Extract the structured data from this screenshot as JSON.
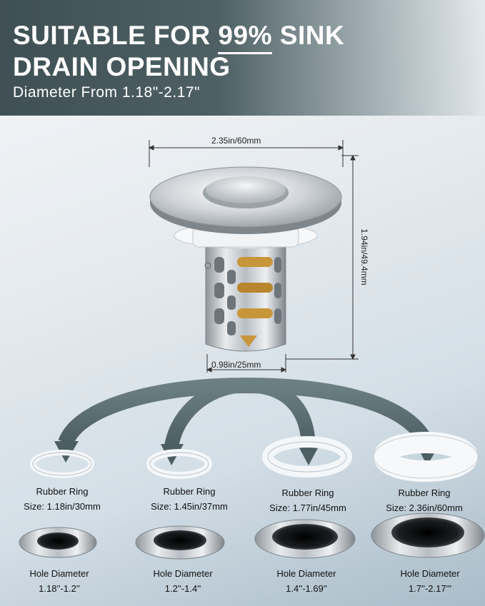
{
  "header": {
    "title_part1": "SUITABLE FOR ",
    "title_highlight": "99%",
    "title_part2": " SINK",
    "title_line2": "DRAIN OPENING",
    "subtitle": "Diameter From 1.18\"-2.17\""
  },
  "dimensions": {
    "top_width": "2.35in/60mm",
    "height": "1.94in/49.4mm",
    "bottom_width": "0.98in/25mm"
  },
  "rubber_rings": [
    {
      "label": "Rubber Ring",
      "size": "Size: 1.18in/30mm"
    },
    {
      "label": "Rubber Ring",
      "size": "Size: 1.45in/37mm"
    },
    {
      "label": "Rubber Ring",
      "size": "Size: 1.77in/45mm"
    },
    {
      "label": "Rubber Ring",
      "size": "Size: 2.36in/60mm"
    }
  ],
  "holes": [
    {
      "label": "Hole Diameter",
      "range": "1.18''-1.2''"
    },
    {
      "label": "Hole Diameter",
      "range": "1.2''-1.4''"
    },
    {
      "label": "Hole Diameter",
      "range": "1.4''-1.69''"
    },
    {
      "label": "Hole Diameter",
      "range": "1.7''-2.17'''"
    }
  ],
  "colors": {
    "banner": "#4e6064",
    "arrow": "#5b6e72",
    "steel": "#c9ced3",
    "brass": "#c8963a"
  }
}
